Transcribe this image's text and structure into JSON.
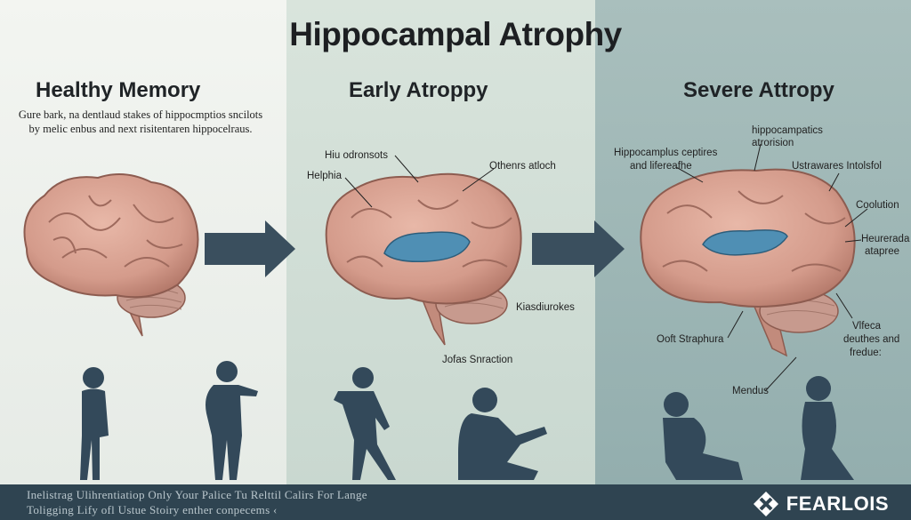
{
  "title": "Hippocampal Atrophy",
  "stages": [
    {
      "name": "Healthy Memory",
      "description": [
        "Gure bark, na dentlaud stakes of hippocmptios sncilots",
        "by melic enbus and next risitentaren hippocelraus."
      ]
    },
    {
      "name": "Early Atroppy",
      "labels": [
        "Hiu odronsots",
        "Helphia",
        "Othenrs atloch",
        "Kiasdiurokes",
        "Jofas Snraction"
      ]
    },
    {
      "name": "Severe Attropy",
      "labels": [
        "hippocampatics",
        "atrorision",
        "Hippocamplus ceptires",
        "and lifereafhe",
        "Ustrawares Intolsfol",
        "Coolution",
        "Heurerada",
        "atapree",
        "Vlfeca",
        "deuthes and",
        "fredue:",
        "Ooft Straphura",
        "Mendus"
      ]
    }
  ],
  "footer": {
    "line1": "Inelistrag Ulihrentiatiop Only Your Palice Tu Relttil Calirs For Lange",
    "line2": "Toligging Lify ofl Ustue Stoiry enther conpecems ‹"
  },
  "brand": {
    "name": "FEARLOIS",
    "icon": "x-logo-icon"
  },
  "colors": {
    "brain": "#d9a393",
    "brain_dark": "#a86d5f",
    "hippocampus": "#4f8fb4",
    "arrow": "#3a4f5e",
    "silhouette": "#33495a",
    "footer": "#2f4451"
  }
}
